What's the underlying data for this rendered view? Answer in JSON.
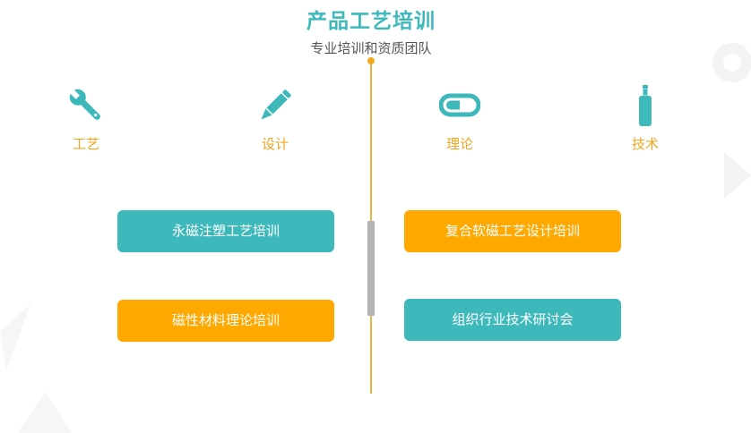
{
  "header": {
    "title": "产品工艺培训",
    "subtitle": "专业培训和资质团队"
  },
  "categories": [
    {
      "label": "工艺",
      "icon": "wrench-icon"
    },
    {
      "label": "设计",
      "icon": "pencil-icon"
    },
    {
      "label": "理论",
      "icon": "chain-link-icon"
    },
    {
      "label": "技术",
      "icon": "bottle-icon"
    }
  ],
  "courses": [
    {
      "label": "永磁注塑工艺培训",
      "color": "#3db8bb"
    },
    {
      "label": "复合软磁工艺设计培训",
      "color": "#ffa800"
    },
    {
      "label": "磁性材料理论培训",
      "color": "#ffa800"
    },
    {
      "label": "组织行业技术研讨会",
      "color": "#3db8bb"
    }
  ],
  "colors": {
    "accent_teal": "#3db8bb",
    "accent_orange": "#ffa800",
    "label_orange": "#f0a51e",
    "timeline": "#f0b43c",
    "timeline_bar": "#b3b3b3"
  }
}
